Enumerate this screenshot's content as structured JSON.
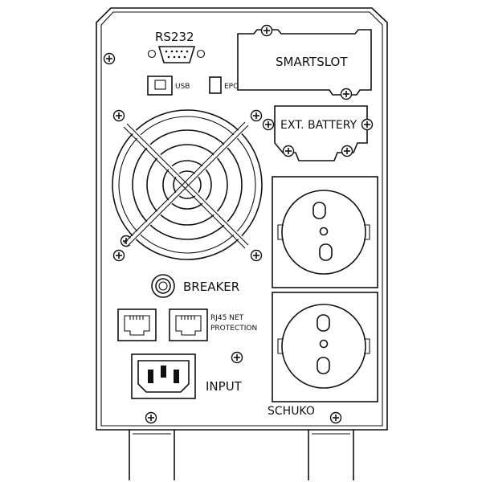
{
  "labels": {
    "rs232": "RS232",
    "usb": "USB",
    "epo": "EPO",
    "smartslot": "SMARTSLOT",
    "ext_battery": "EXT. BATTERY",
    "breaker": "BREAKER",
    "rj45_line1": "RJ45 NET",
    "rj45_line2": "PROTECTION",
    "input": "INPUT",
    "schuko": "SCHUKO"
  },
  "colors": {
    "line": "#111111",
    "background": "#ffffff"
  }
}
